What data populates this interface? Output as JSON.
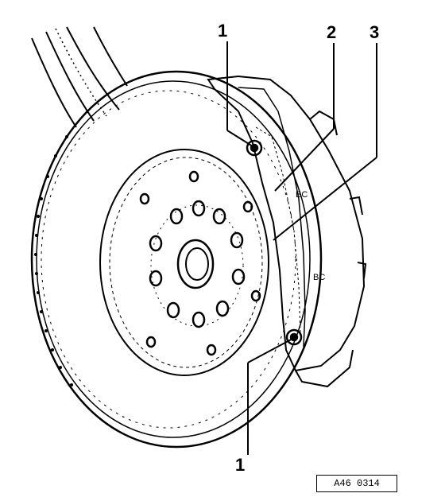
{
  "callouts": {
    "bolt_upper": "1",
    "bolt_lower": "1",
    "item_2": "2",
    "item_3": "3"
  },
  "figure_ref": "A46 0314",
  "caliper_markings": {
    "upper": "BC",
    "lower": "BC"
  },
  "colors": {
    "line": "#000000",
    "background": "#ffffff"
  }
}
